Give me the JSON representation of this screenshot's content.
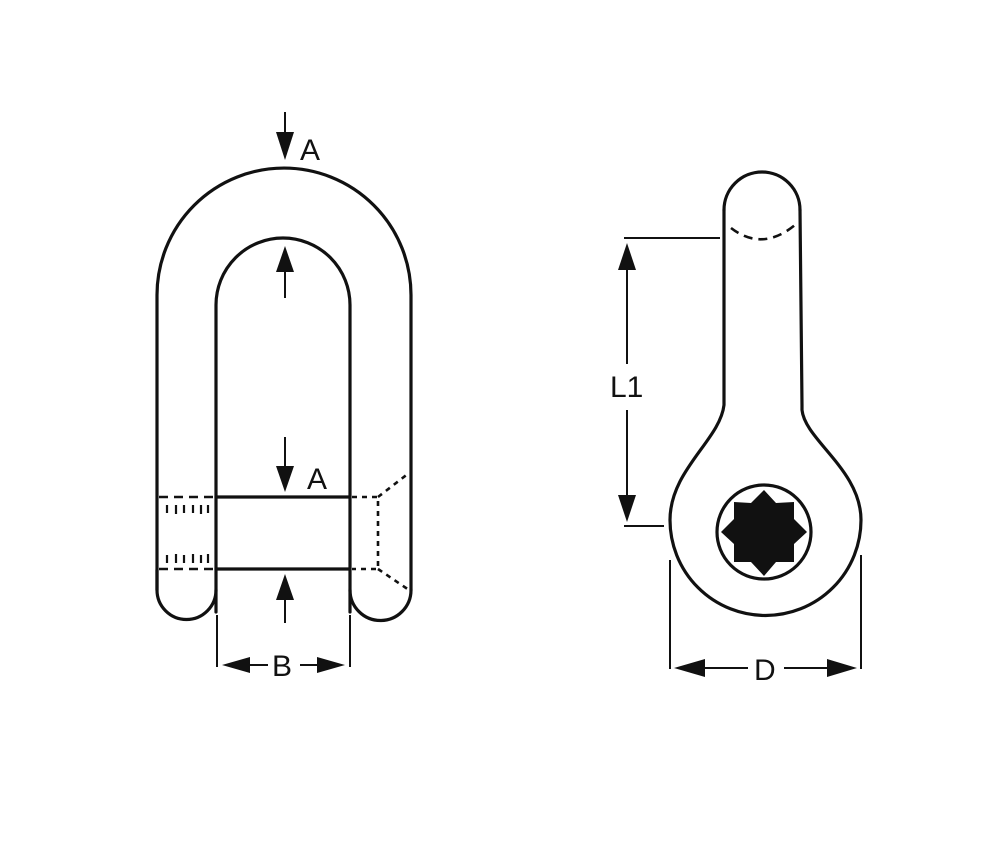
{
  "diagram": {
    "description": "Technical drawing of a D-shackle with dimension callouts (front view and side view)",
    "views": [
      {
        "name": "front-view",
        "labels": [
          "A",
          "A",
          "B"
        ]
      },
      {
        "name": "side-view",
        "labels": [
          "L1",
          "D"
        ]
      }
    ],
    "dimensions": {
      "a_top": "A",
      "a_pin": "A",
      "b_width": "B",
      "l1_length": "L1",
      "d_width": "D"
    },
    "colors": {
      "line": "#111111",
      "background": "#ffffff"
    }
  }
}
